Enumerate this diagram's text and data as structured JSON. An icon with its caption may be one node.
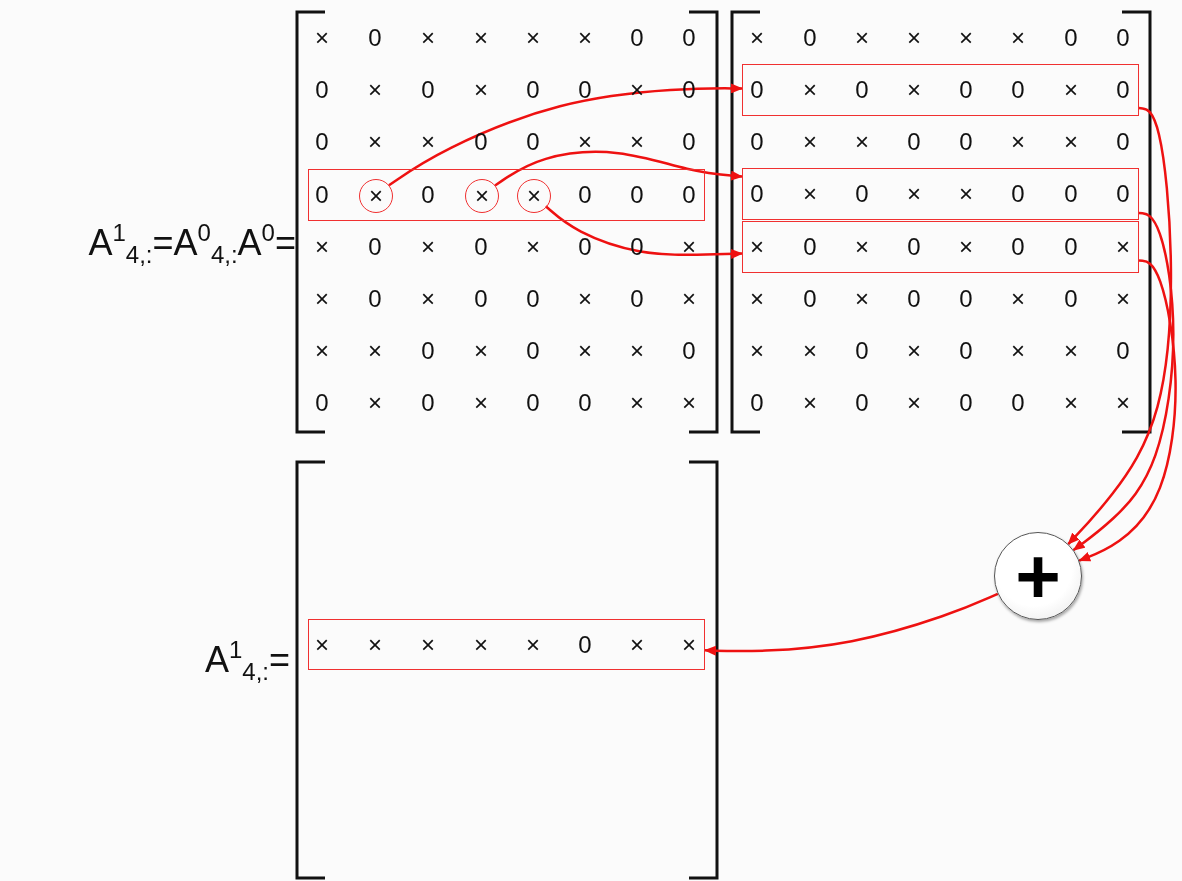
{
  "diagram": {
    "nodes": [
      {
        "text": [
          "0",
          "0",
          "0",
          "0",
          "0"
        ]
      },
      {
        "text": [
          "×"
        ],
        "in": 0
      },
      {
        "text": [
          "×"
        ],
        "in": 0
      },
      {
        "text": [
          "×"
        ],
        "in": 0
      },
      {
        "text": [
          "0",
          "×",
          "0",
          "×",
          "0",
          "0",
          "×",
          "0"
        ]
      },
      {
        "text": [
          "0",
          "×",
          "0",
          "×",
          "×",
          "0",
          "0",
          "0"
        ]
      },
      {
        "text": [
          "×",
          "0",
          "×",
          "0",
          "×",
          "0",
          "0",
          "×"
        ]
      },
      {
        "text": [
          "+"
        ]
      },
      {
        "text": [
          "×",
          "×",
          "×",
          "×",
          "×",
          "0",
          "×",
          "×"
        ]
      }
    ],
    "edges": [
      {
        "from": 1,
        "to": 4,
        "arrow": "to"
      },
      {
        "from": 2,
        "to": 5,
        "arrow": "to"
      },
      {
        "from": 3,
        "to": 6,
        "arrow": "to"
      },
      {
        "from": 4,
        "to": 7,
        "arrow": "to"
      },
      {
        "from": 5,
        "to": 7,
        "arrow": "to"
      },
      {
        "from": 6,
        "to": 7,
        "arrow": "to"
      },
      {
        "from": 7,
        "to": 8,
        "arrow": "to"
      }
    ],
    "labels": [
      "A$^{1}$$_{4,:}$=A$^{0}$$_{4,:}$A$^{0}$=",
      "×",
      "0",
      "×",
      "×",
      "×",
      "×",
      "0",
      "0",
      "0",
      "×",
      "0",
      "×",
      "0",
      "0",
      "×",
      "0",
      "0",
      "×",
      "×",
      "0",
      "0",
      "×",
      "×",
      "0",
      "×",
      "0",
      "×",
      "0",
      "×",
      "0",
      "0",
      "×",
      "×",
      "0",
      "×",
      "0",
      "0",
      "×",
      "0",
      "×",
      "×",
      "×",
      "0",
      "×",
      "0",
      "×",
      "×",
      "0",
      "0",
      "×",
      "0",
      "×",
      "0",
      "0",
      "×",
      "×",
      "×",
      "0",
      "×",
      "×",
      "×",
      "×",
      "0",
      "0",
      "0",
      "×",
      "×",
      "0",
      "0",
      "×",
      "×",
      "0",
      "×",
      "0",
      "×",
      "0",
      "0",
      "×",
      "0",
      "×",
      "×",
      "×",
      "0",
      "×",
      "0",
      "×",
      "×",
      "0",
      "0",
      "×",
      "0",
      "×",
      "0",
      "0",
      "×",
      "×",
      "A$^{1}$$_{4,:}$="
    ]
  }
}
